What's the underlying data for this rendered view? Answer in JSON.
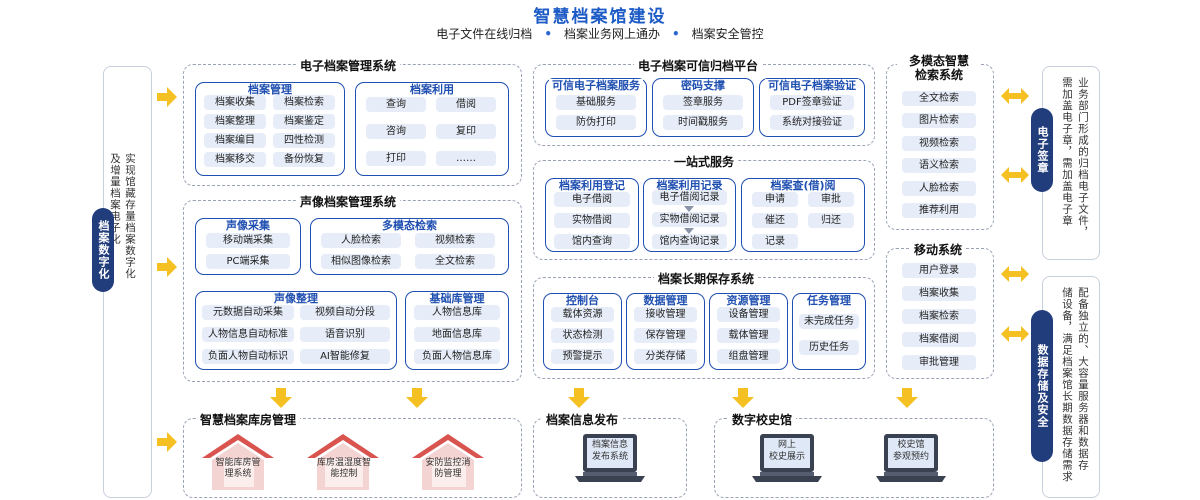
{
  "header": {
    "title": "智慧档案馆建设",
    "sub1": "电子文件在线归档",
    "sub2": "档案业务网上通办",
    "sub3": "档案安全管控"
  },
  "left": {
    "label": "档案数字化",
    "desc_col1": "实现馆藏存量档案数字化",
    "desc_col2": "及增量档案电子化"
  },
  "eams": {
    "title": "电子档案管理系统",
    "mgmt": {
      "title": "档案管理",
      "items": [
        "档案收集",
        "档案检索",
        "档案整理",
        "档案鉴定",
        "档案编目",
        "四性检测",
        "档案移交",
        "备份恢复"
      ]
    },
    "use": {
      "title": "档案利用",
      "items": [
        "查询",
        "借阅",
        "咨询",
        "复印",
        "打印",
        "……"
      ]
    }
  },
  "avms": {
    "title": "声像档案管理系统",
    "collect": {
      "title": "声像采集",
      "items": [
        "移动端采集",
        "PC端采集"
      ]
    },
    "search": {
      "title": "多模态检索",
      "items": [
        "人脸检索",
        "视频检索",
        "相似图像检索",
        "全文检索"
      ]
    },
    "organize": {
      "title": "声像整理",
      "items": [
        "元数据自动采集",
        "视频自动分段",
        "人物信息自动标准",
        "语音识别",
        "负面人物自动标识",
        "AI智能修复"
      ]
    },
    "base": {
      "title": "基础库管理",
      "items": [
        "人物信息库",
        "地面信息库",
        "负面人物信息库"
      ]
    }
  },
  "trust": {
    "title": "电子档案可信归档平台",
    "svc": {
      "title": "可信电子档案服务",
      "items": [
        "基础服务",
        "防伪打印"
      ]
    },
    "crypto": {
      "title": "密码支撑",
      "items": [
        "签章服务",
        "时间戳服务"
      ]
    },
    "verify": {
      "title": "可信电子档案验证",
      "items": [
        "PDF签章验证",
        "系统对接验证"
      ]
    }
  },
  "onestop": {
    "title": "一站式服务",
    "reg": {
      "title": "档案利用登记",
      "items": [
        "电子借阅",
        "实物借阅",
        "馆内查询"
      ]
    },
    "rec": {
      "title": "档案利用记录",
      "items": [
        "电子借阅记录",
        "实物借阅记录",
        "馆内查询记录"
      ]
    },
    "borrow": {
      "title": "档案查(借)阅",
      "items": [
        "申请",
        "审批",
        "催还",
        "归还",
        "记录"
      ]
    }
  },
  "longterm": {
    "title": "档案长期保存系统",
    "ctrl": {
      "title": "控制台",
      "items": [
        "载体资源",
        "状态检测",
        "预警提示"
      ]
    },
    "data": {
      "title": "数据管理",
      "items": [
        "接收管理",
        "保存管理",
        "分类存储"
      ]
    },
    "res": {
      "title": "资源管理",
      "items": [
        "设备管理",
        "载体管理",
        "组盘管理"
      ]
    },
    "task": {
      "title": "任务管理",
      "items": [
        "未完成任务",
        "历史任务"
      ]
    }
  },
  "multimodal": {
    "title_line1": "多模态智慧",
    "title_line2": "检索系统",
    "items": [
      "全文检索",
      "图片检索",
      "视频检索",
      "语义检索",
      "人脸检索",
      "推荐利用"
    ]
  },
  "mobile": {
    "title": "移动系统",
    "items": [
      "用户登录",
      "档案收集",
      "档案检索",
      "档案借阅",
      "审批管理"
    ]
  },
  "right": {
    "esign_label": "电子签章",
    "esign_col1": "业务部门形成的归档电子文件，",
    "esign_col2": "需加盖电子章，需加盖电子章",
    "storage_label": "数据存储及安全",
    "storage_col1": "配备独立的、大容量服务器和数据存",
    "storage_col2": "储设备，满足档案馆长期数据存储需求"
  },
  "bottom": {
    "warehouse": {
      "title": "智慧档案库房管理",
      "houses": [
        "智能库房管理系统",
        "库房温湿度智能控制",
        "安防监控消防管理"
      ]
    },
    "publish": {
      "title": "档案信息发布",
      "screen_line1": "档案信息",
      "screen_line2": "发布系统"
    },
    "museum": {
      "title": "数字校史馆",
      "screen1_line1": "网上",
      "screen1_line2": "校史展示",
      "screen2_line1": "校史馆",
      "screen2_line2": "参观预约"
    }
  },
  "colors": {
    "primary": "#1f4fb0",
    "navy": "#223d7c",
    "pill": "#e6edf8",
    "arrow": "#f5c022"
  }
}
